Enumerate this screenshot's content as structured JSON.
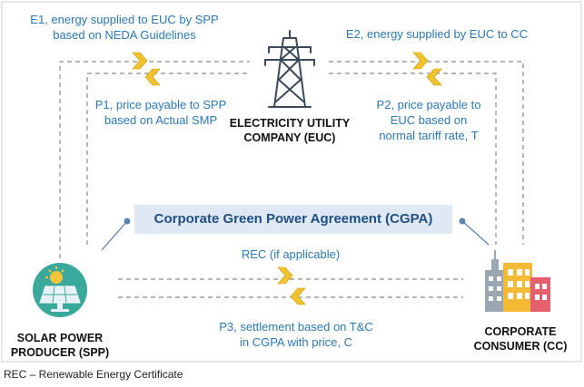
{
  "cgpa_title": "Corporate Green Power Agreement (CGPA)",
  "nodes": {
    "euc": [
      "ELECTRICITY UTILITY",
      "COMPANY (EUC)"
    ],
    "spp": [
      "SOLAR POWER",
      "PRODUCER (SPP)"
    ],
    "cc": [
      "CORPORATE",
      "CONSUMER (CC)"
    ]
  },
  "flows": {
    "e1": [
      "E1, energy supplied to EUC by SPP",
      "based on NEDA Guidelines"
    ],
    "p1": [
      "P1, price payable to SPP",
      "based on Actual SMP"
    ],
    "e2": [
      "E2, energy supplied by EUC to CC"
    ],
    "p2": [
      "P2, price payable to",
      "EUC based on",
      "normal tariff rate, T"
    ],
    "rec": [
      "REC (if applicable)"
    ],
    "p3": [
      "P3, settlement based on T&C",
      "in CGPA with price, C"
    ]
  },
  "footnote": "REC – Renewable Energy Certificate",
  "colors": {
    "label": "#2b79b5",
    "chevron": "#f2c12e",
    "cgpa_bg": "#dfe9f5",
    "cgpa_text": "#1f4e82",
    "panel": "#3aa99b"
  },
  "icons": {
    "tower": "transmission-tower-icon",
    "solar": "solar-panel-icon",
    "buildings": "office-buildings-icon"
  }
}
